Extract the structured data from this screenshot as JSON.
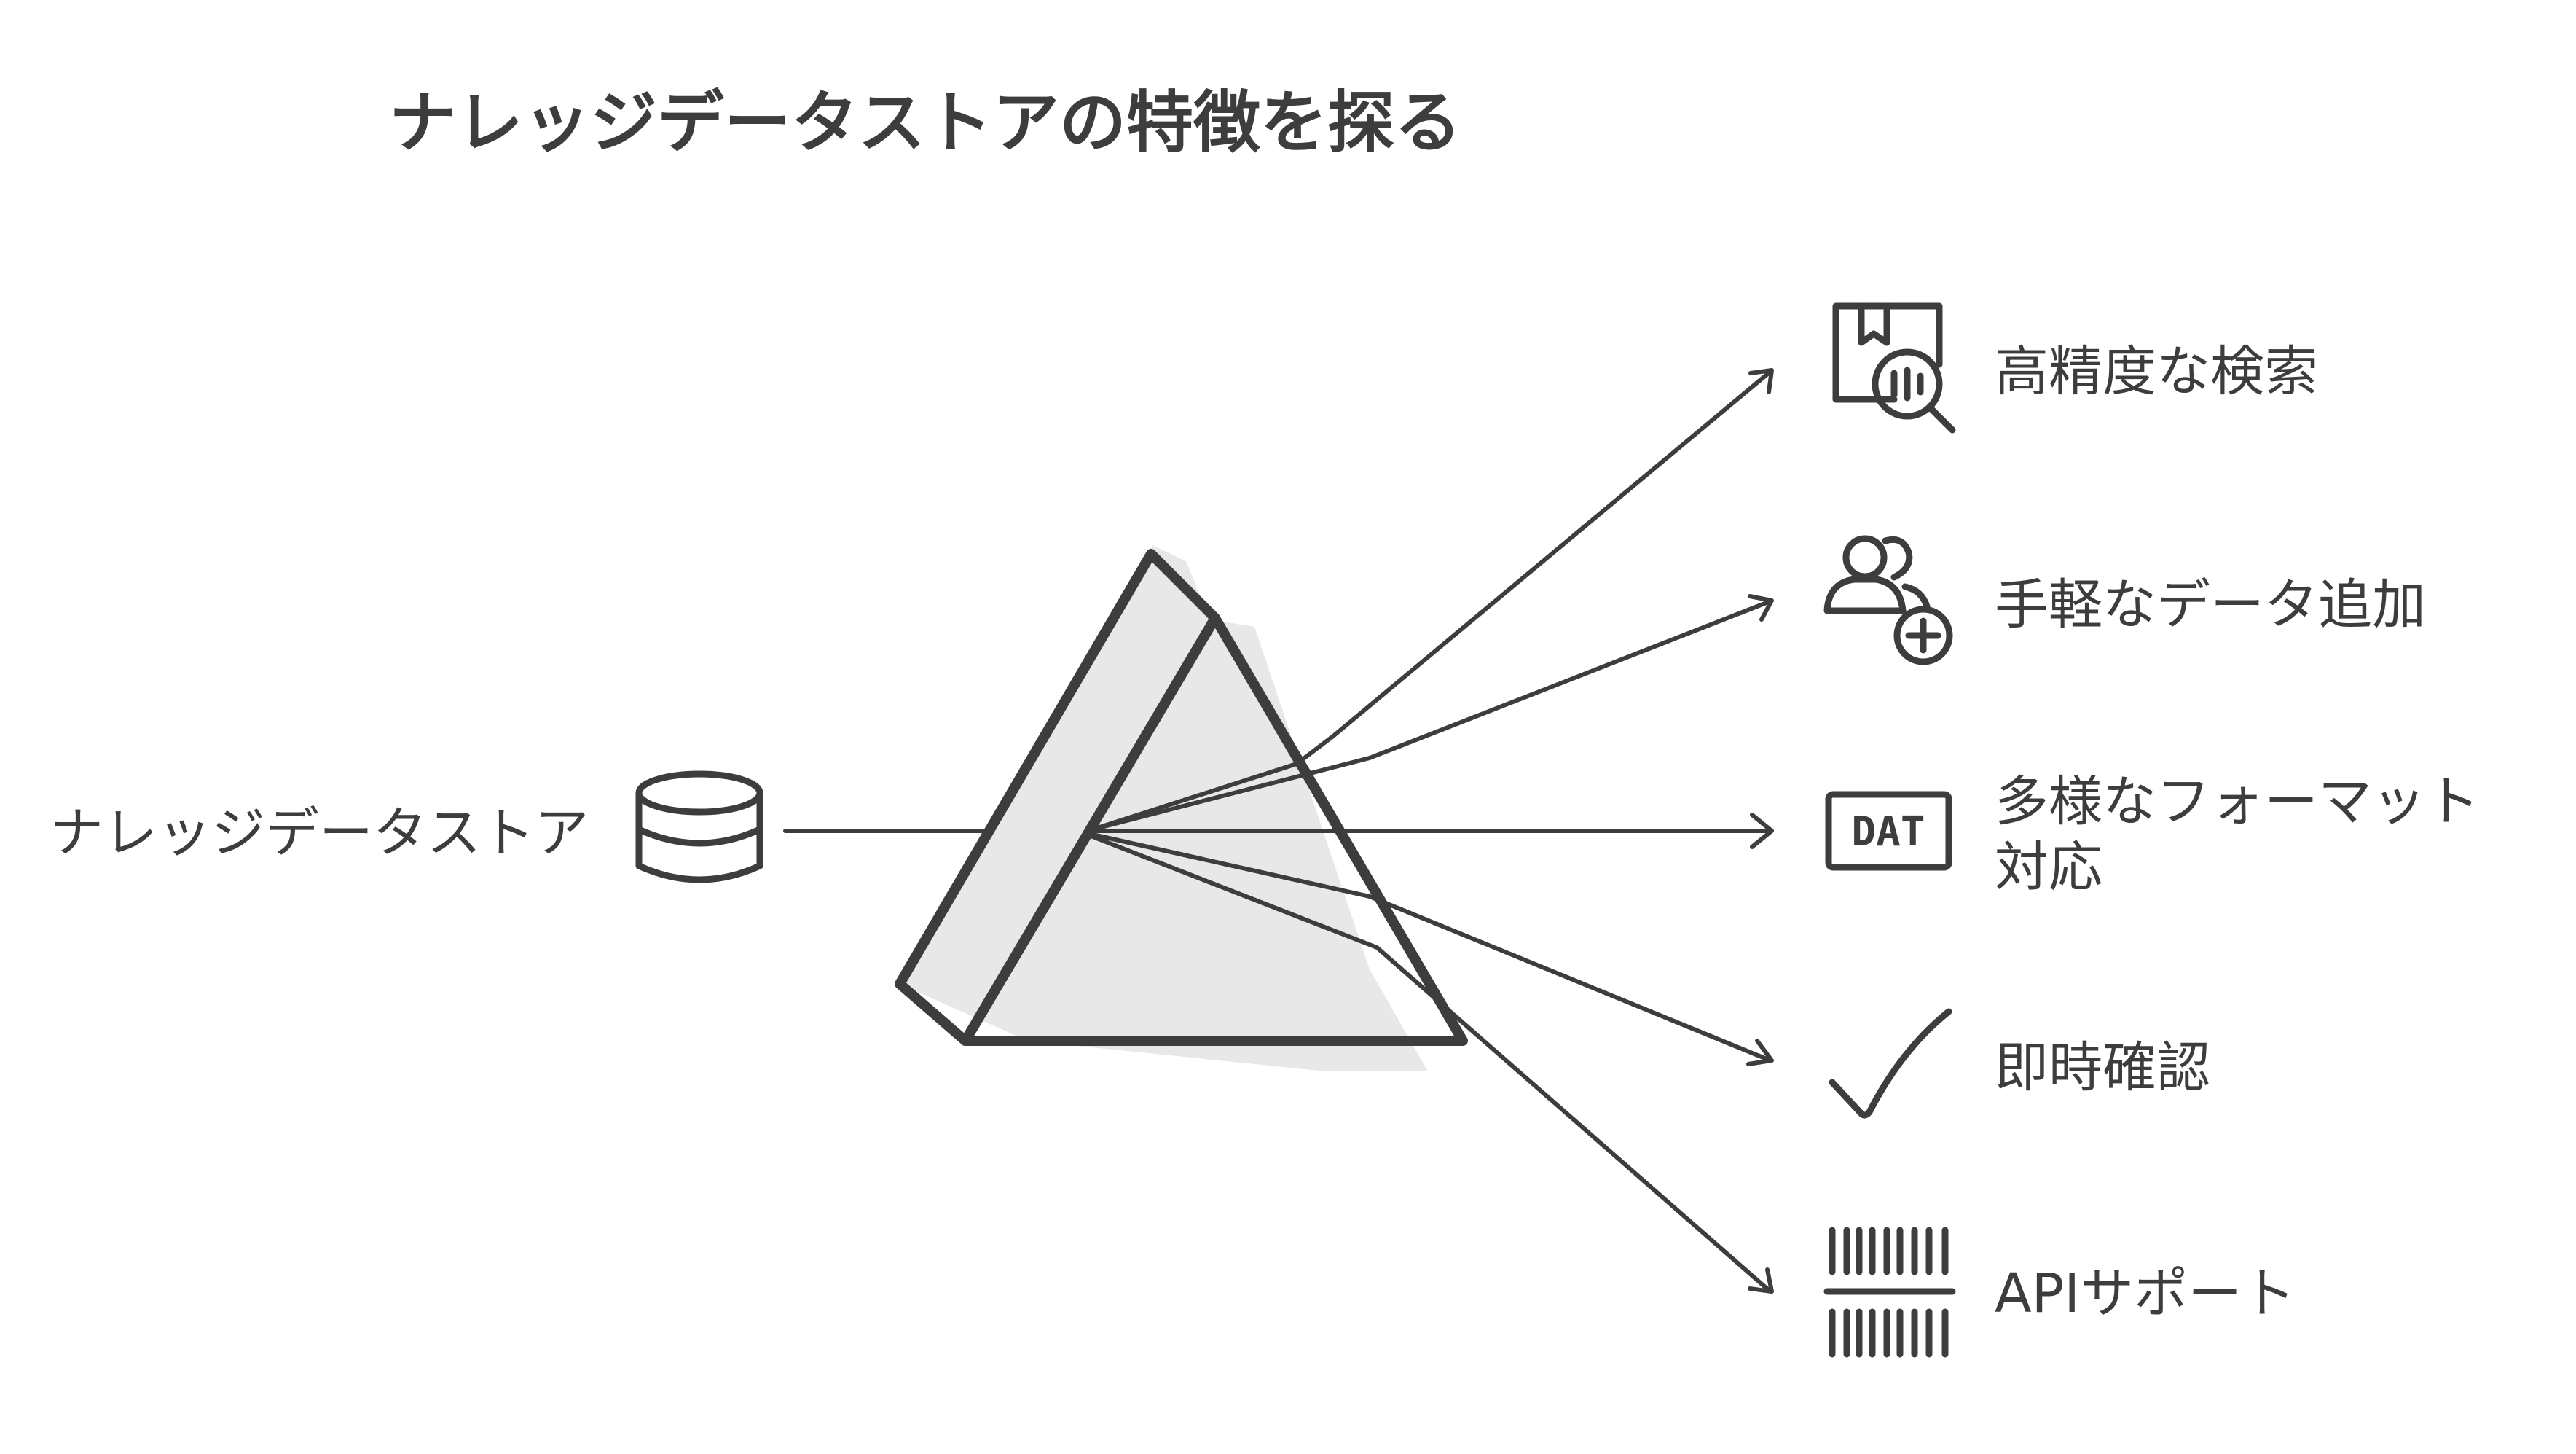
{
  "title": "ナレッジデータストアの特徴を探る",
  "source": {
    "label": "ナレッジデータストア",
    "icon": "database-icon"
  },
  "prism": {
    "icon": "prism-icon"
  },
  "features": [
    {
      "label_lines": [
        "高精度な検索"
      ],
      "icon": "document-search-icon"
    },
    {
      "label_lines": [
        "手軽なデータ追加"
      ],
      "icon": "add-user-icon"
    },
    {
      "label_lines": [
        "多様なフォーマット",
        "対応"
      ],
      "icon": "dat-file-icon",
      "icon_text": "DAT"
    },
    {
      "label_lines": [
        "即時確認"
      ],
      "icon": "checkmark-icon"
    },
    {
      "label_lines": [
        "APIサポート"
      ],
      "icon": "barcode-icon"
    }
  ],
  "colors": {
    "ink": "#3d3d3d",
    "shade": "#e8e8e8",
    "background": "#ffffff"
  }
}
